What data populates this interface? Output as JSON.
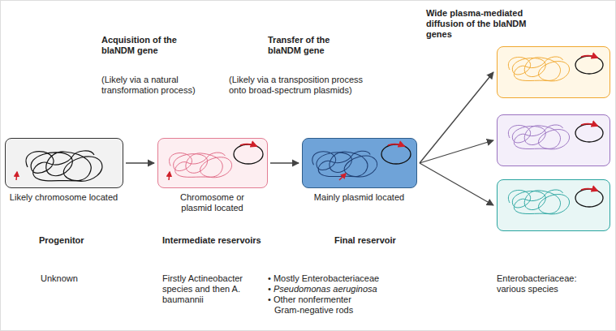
{
  "diagram": {
    "nodes": [
      {
        "text": [
          "Likely chromosome located"
        ]
      },
      {
        "text": [
          "Chromosome or plasmid located"
        ]
      },
      {
        "text": [
          "Mainly plasmid located"
        ]
      },
      {
        "text": []
      },
      {
        "text": []
      },
      {
        "text": []
      }
    ],
    "edges": [
      {
        "from": 0,
        "to": 1,
        "arrow": "to"
      },
      {
        "from": 1,
        "to": 2,
        "arrow": "to"
      },
      {
        "from": 2,
        "to": 3,
        "arrow": "to"
      },
      {
        "from": 2,
        "to": 4,
        "arrow": "to"
      },
      {
        "from": 2,
        "to": 5,
        "arrow": "to"
      }
    ],
    "labels": [
      "Acquisition of the blaNDM gene",
      "(Likely via a natural transformation process)",
      "Transfer of the blaNDM gene",
      "(Likely via a transposition process onto broad-spectrum plasmids)",
      "Wide plasma-mediated diffusion of the blaNDM genes",
      "Progenitor",
      "Intermediate reservoirs",
      "Final reservoir",
      "Unknown",
      "Firstly Actineobacter species and then A. baumannii",
      "• Mostly Enterobacteriaceae",
      "• Pseudomonas aeruginosa",
      "• Other nonfermenter Gram-negative rods",
      "Enterobacteriaceae: various species"
    ]
  }
}
